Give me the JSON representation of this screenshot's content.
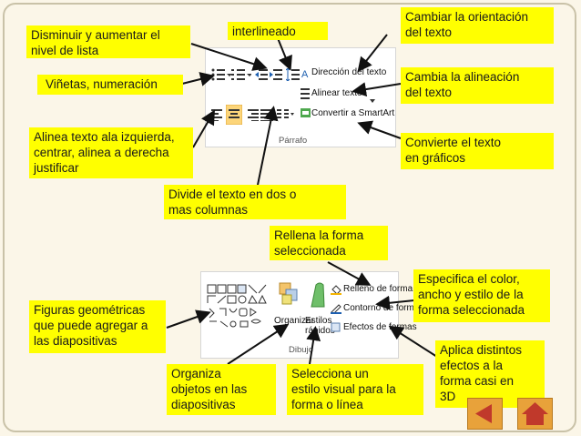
{
  "notes": {
    "list_level": "Disminuir y aumentar el\nnivel de lista",
    "line_spacing": "interlineado",
    "text_direction": "Cambiar la orientación\ndel texto",
    "bullets": "Viñetas, numeración",
    "align_text": "Cambia la alineación\ndel texto",
    "alignment": "Alinea texto ala izquierda,\ncentrar, alinea a derecha\njustificar",
    "smartart": "Convierte el texto\nen gráficos",
    "columns": "Divide el texto en dos o\nmas columnas",
    "shape_fill": "Rellena la forma\nseleccionada",
    "shape_outline": "Especifica el color,\nancho y estilo de la\nforma seleccionada",
    "shapes": "Figuras geométricas\nque puede agregar a\nlas diapositivas",
    "shape_effects": "Aplica distintos\nefectos a la\nforma casi en\n3D",
    "arrange": "Organiza\nobjetos en las\ndiapositivas",
    "quick_styles": "Selecciona un\nestilo visual para la\nforma o línea"
  },
  "paragraph_ribbon": {
    "text_direction": "Dirección del texto",
    "align_text": "Alinear texto",
    "smartart": "Convertir a SmartArt",
    "group_label": "Párrafo"
  },
  "drawing_ribbon": {
    "arrange": "Organizar",
    "quick_styles": "Estilos\nrápidos",
    "shape_fill": "Relleno de forma",
    "shape_outline": "Contorno de forma",
    "shape_effects": "Efectos de formas",
    "group_label": "Dibujo"
  },
  "colors": {
    "note_bg": "#ffff00",
    "nav_button": "#e8a23a",
    "nav_arrow": "#c0392b"
  }
}
